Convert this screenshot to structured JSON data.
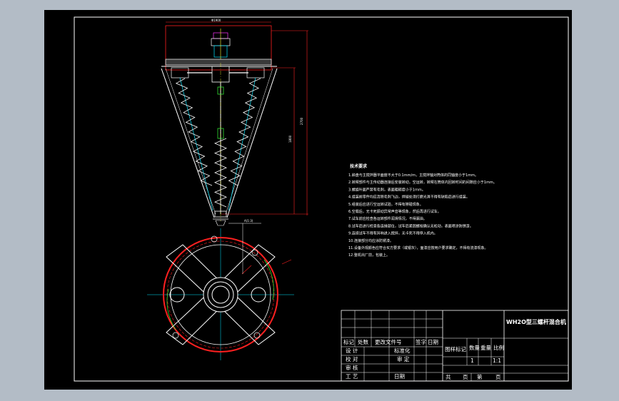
{
  "drawing": {
    "title": "WH2O型三螺杆混合机",
    "dimensions": {
      "top_width": "Φ1900",
      "height_total": "2700",
      "height_inner": "1800",
      "callout": "A(1:3)"
    }
  },
  "technical_requirements": {
    "heading": "技术要求",
    "items": [
      "1.斜盘与主搅拌器平面度不大于0.1mm/m，主搅拌轴对筒体的同轴度小于1mm。",
      "2.转臂部件与主传动器连接后安装转动，空运转，转臂在筒体内回转时间的间隙应小于1mm。",
      "3.螺旋叶面严禁有毛刺，表面粗糙度小于1mm。",
      "4.组装前零件均应清除毛刺飞边，焊缝处须打磨光滑不得有缺陷后进行组装。",
      "5.组装后应进行空运转试验。不得有擦碰现象。",
      "6.空载后，无卡死振动异常声音等现象，然后再进行试车。",
      "7.试车前应检查各运转部件润滑情况，不得漏油。",
      "8.试车后进行检查各连接部位，试车后紧固螺栓确认无松动，表面喷涂防锈漆。",
      "9.连续试车不得有异响进入搅拌，无卡死不得停入机内。",
      "10.连接部分均应涂防锈漆。",
      "11.设备外观颜色应符合买方要求（或银灰），面漆应按用户要求确定，不得有流漆现象。",
      "12.整机出厂前，包装上。"
    ]
  },
  "title_block": {
    "drawing_name": "WH2O型三螺杆混合机",
    "header_row": [
      "标记",
      "处数",
      "更改文件号",
      "签字",
      "日期"
    ],
    "labels": {
      "design": "设 计",
      "standardize": "标准化",
      "check": "校 对",
      "review": "审 定",
      "audit": "审 核",
      "process": "工 艺",
      "date": "日期",
      "stage_mark": "图样标记",
      "quantity": "数量",
      "weight": "重量",
      "scale": "比例",
      "sheet_total": "共",
      "sheet_unit": "页",
      "sheet_no": "第",
      "sheet_unit2": "页"
    },
    "values": {
      "quantity": "1",
      "scale": "1:1"
    }
  },
  "colors": {
    "background": "#b3bcc6",
    "sheet": "#000000",
    "line_white": "#ffffff",
    "line_red": "#ff2020",
    "line_cyan": "#00e5ff",
    "line_green": "#39ff3a",
    "line_yellow": "#ffff33",
    "line_magenta": "#ff33ff"
  }
}
